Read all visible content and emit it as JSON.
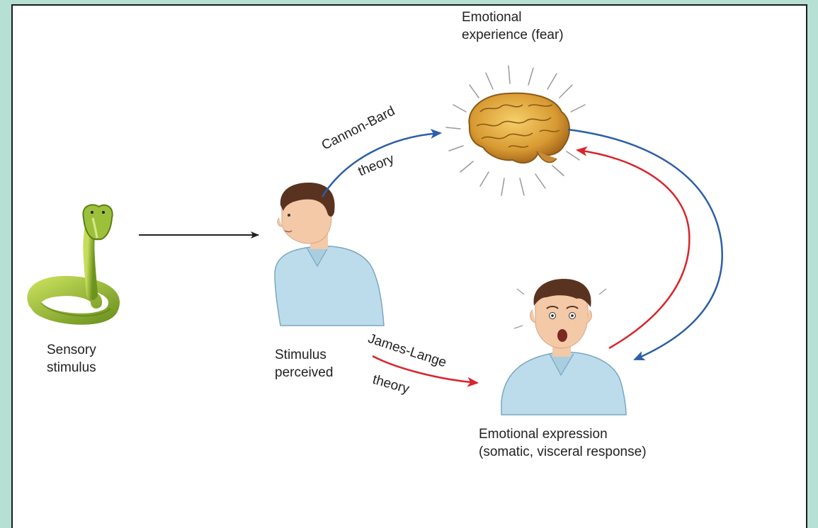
{
  "labels": {
    "emotional_experience": "Emotional\nexperience (fear)",
    "sensory_stimulus": "Sensory\nstimulus",
    "stimulus_perceived": "Stimulus\nperceived",
    "emotional_expression": "Emotional expression\n(somatic, visceral response)",
    "cannon_bard_line1": "Cannon-Bard",
    "cannon_bard_line2": "theory",
    "james_lange_line1": "James-Lange",
    "james_lange_line2": "theory"
  },
  "colors": {
    "background": "#b6e0d4",
    "cannon_bard_arrow": "#2b5fa8",
    "james_lange_arrow": "#d9242b",
    "stimulus_arrow": "#222222",
    "snake": "#8fb72e",
    "brain": "#d89a32",
    "shirt": "#bcdcec",
    "hair": "#5a3320",
    "skin": "#f3c9a8"
  },
  "icons": [
    "snake-icon",
    "calm-person-icon",
    "brain-icon",
    "frightened-person-icon"
  ]
}
